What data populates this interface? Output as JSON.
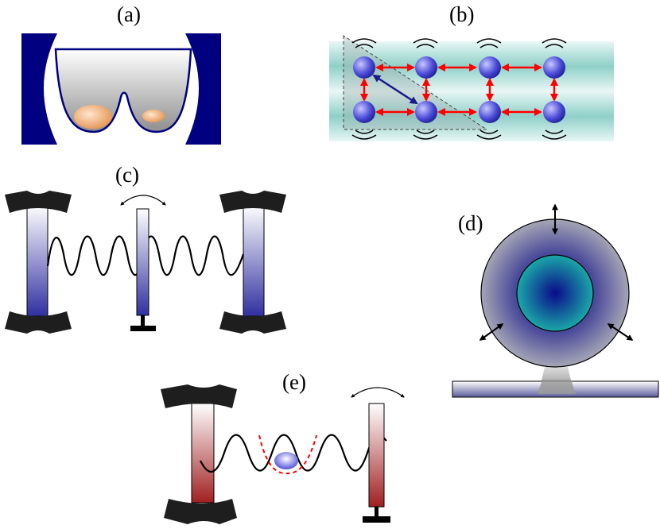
{
  "panels": {
    "a": {
      "label": "(a)"
    },
    "b": {
      "label": "(b)"
    },
    "c": {
      "label": "(c)"
    },
    "d": {
      "label": "(d)"
    },
    "e": {
      "label": "(e)"
    }
  },
  "colors": {
    "navy": "#000080",
    "mirror_blue": "#3a3aa0",
    "mirror_red": "#a02828",
    "arrow_red": "#ff0000",
    "arrow_blue": "#1a1a8c",
    "clamp": "#1e1e1e",
    "cloud_orange": "#e8a060",
    "lattice_bg": "#a8dcd6",
    "disk_teal": "#1aa6a6",
    "disk_outer": "#8a8aa0"
  },
  "icons": {
    "atom": "sphere-icon",
    "arrow": "double-arrow-icon",
    "clamp": "clamp-icon",
    "pivot": "pivot-arrow-icon"
  }
}
